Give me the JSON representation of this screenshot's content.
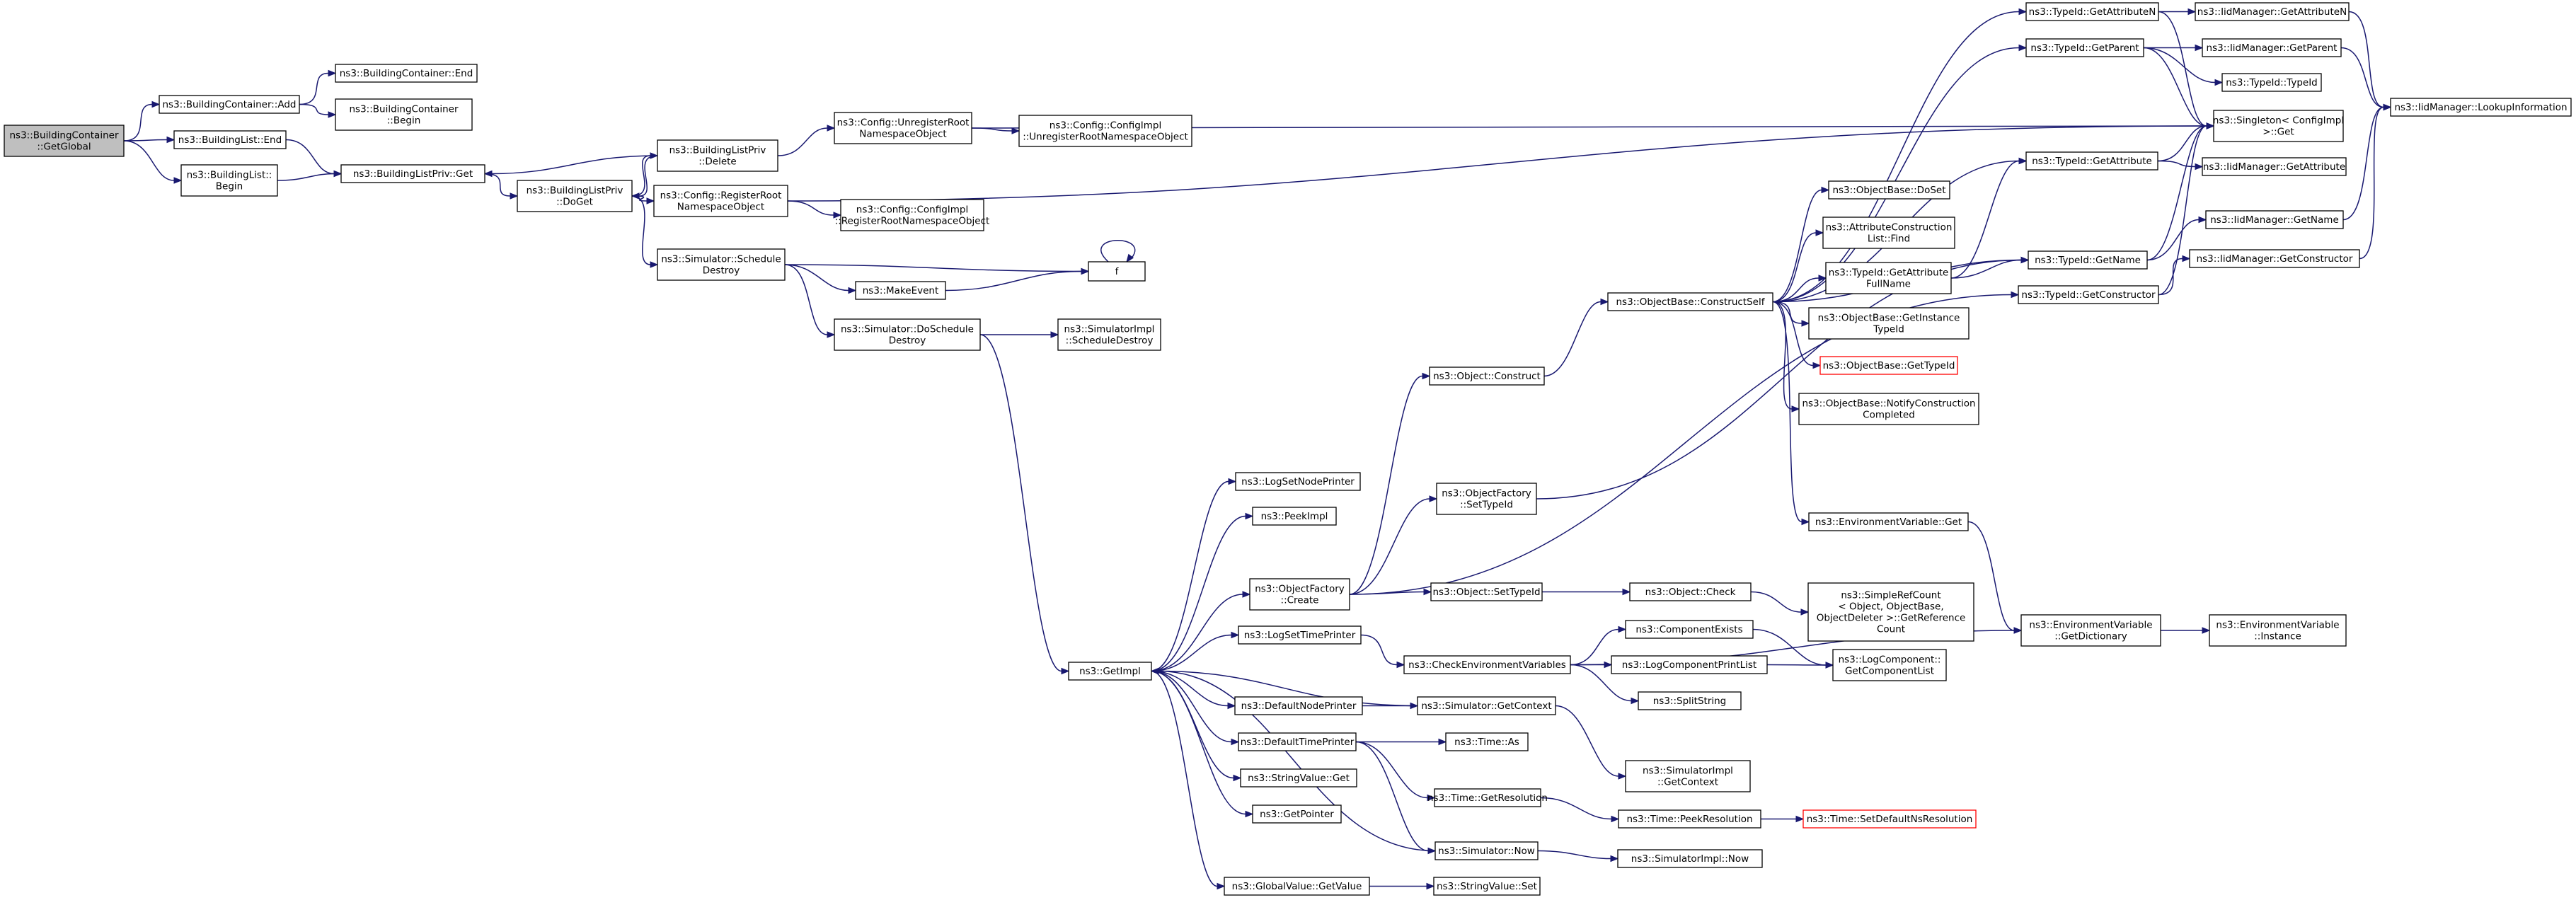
{
  "nodes": [
    {
      "id": "root",
      "lines": [
        "ns3::BuildingContainer",
        "::GetGlobal"
      ],
      "style": "root"
    },
    {
      "id": "bc_add",
      "lines": [
        "ns3::BuildingContainer::Add"
      ]
    },
    {
      "id": "bc_end",
      "lines": [
        "ns3::BuildingContainer::End"
      ]
    },
    {
      "id": "bc_begin",
      "lines": [
        "ns3::BuildingContainer",
        "::Begin"
      ]
    },
    {
      "id": "bl_end",
      "lines": [
        "ns3::BuildingList::End"
      ]
    },
    {
      "id": "bl_begin",
      "lines": [
        "ns3::BuildingList::",
        "Begin"
      ]
    },
    {
      "id": "blp_get",
      "lines": [
        "ns3::BuildingListPriv::Get"
      ]
    },
    {
      "id": "blp_doget",
      "lines": [
        "ns3::BuildingListPriv",
        "::DoGet"
      ]
    },
    {
      "id": "blp_delete",
      "lines": [
        "ns3::BuildingListPriv",
        "::Delete"
      ]
    },
    {
      "id": "cfg_unreg",
      "lines": [
        "ns3::Config::UnregisterRoot",
        "NamespaceObject"
      ]
    },
    {
      "id": "cfgimpl_unreg",
      "lines": [
        "ns3::Config::ConfigImpl",
        "::UnregisterRootNamespaceObject"
      ]
    },
    {
      "id": "cfg_reg",
      "lines": [
        "ns3::Config::RegisterRoot",
        "NamespaceObject"
      ]
    },
    {
      "id": "cfgimpl_reg",
      "lines": [
        "ns3::Config::ConfigImpl",
        "::RegisterRootNamespaceObject"
      ]
    },
    {
      "id": "sim_sched",
      "lines": [
        "ns3::Simulator::Schedule",
        "Destroy"
      ]
    },
    {
      "id": "f",
      "lines": [
        "f"
      ]
    },
    {
      "id": "makeevent",
      "lines": [
        "ns3::MakeEvent"
      ]
    },
    {
      "id": "sim_dosched",
      "lines": [
        "ns3::Simulator::DoSchedule",
        "Destroy"
      ]
    },
    {
      "id": "simimpl_sched",
      "lines": [
        "ns3::SimulatorImpl",
        "::ScheduleDestroy"
      ]
    },
    {
      "id": "getimpl",
      "lines": [
        "ns3::GetImpl"
      ]
    },
    {
      "id": "logsetnode",
      "lines": [
        "ns3::LogSetNodePrinter"
      ]
    },
    {
      "id": "peekimpl",
      "lines": [
        "ns3::PeekImpl"
      ]
    },
    {
      "id": "objfac_create",
      "lines": [
        "ns3::ObjectFactory",
        "::Create"
      ]
    },
    {
      "id": "logsettime",
      "lines": [
        "ns3::LogSetTimePrinter"
      ]
    },
    {
      "id": "defnode",
      "lines": [
        "ns3::DefaultNodePrinter"
      ]
    },
    {
      "id": "deftime",
      "lines": [
        "ns3::DefaultTimePrinter"
      ]
    },
    {
      "id": "strval_get",
      "lines": [
        "ns3::StringValue::Get"
      ]
    },
    {
      "id": "getpointer",
      "lines": [
        "ns3::GetPointer"
      ]
    },
    {
      "id": "globval_get",
      "lines": [
        "ns3::GlobalValue::GetValue"
      ]
    },
    {
      "id": "obj_construct",
      "lines": [
        "ns3::Object::Construct"
      ]
    },
    {
      "id": "objfac_settid",
      "lines": [
        "ns3::ObjectFactory",
        "::SetTypeId"
      ]
    },
    {
      "id": "obj_settid",
      "lines": [
        "ns3::Object::SetTypeId"
      ]
    },
    {
      "id": "checkenv",
      "lines": [
        "ns3::CheckEnvironmentVariables"
      ]
    },
    {
      "id": "sim_getctx",
      "lines": [
        "ns3::Simulator::GetContext"
      ]
    },
    {
      "id": "time_as",
      "lines": [
        "ns3::Time::As"
      ]
    },
    {
      "id": "time_getres",
      "lines": [
        "ns3::Time::GetResolution"
      ]
    },
    {
      "id": "sim_now",
      "lines": [
        "ns3::Simulator::Now"
      ]
    },
    {
      "id": "strval_set",
      "lines": [
        "ns3::StringValue::Set"
      ]
    },
    {
      "id": "ob_construct",
      "lines": [
        "ns3::ObjectBase::ConstructSelf"
      ]
    },
    {
      "id": "obj_check",
      "lines": [
        "ns3::Object::Check"
      ]
    },
    {
      "id": "compexists",
      "lines": [
        "ns3::ComponentExists"
      ]
    },
    {
      "id": "logcomp_print",
      "lines": [
        "ns3::LogComponentPrintList"
      ]
    },
    {
      "id": "splitstring",
      "lines": [
        "ns3::SplitString"
      ]
    },
    {
      "id": "simimpl_getctx",
      "lines": [
        "ns3::SimulatorImpl",
        "::GetContext"
      ]
    },
    {
      "id": "time_peekres",
      "lines": [
        "ns3::Time::PeekResolution"
      ]
    },
    {
      "id": "simimpl_now",
      "lines": [
        "ns3::SimulatorImpl::Now"
      ]
    },
    {
      "id": "time_setdef",
      "lines": [
        "ns3::Time::SetDefaultNsResolution"
      ],
      "style": "red"
    },
    {
      "id": "ob_doset",
      "lines": [
        "ns3::ObjectBase::DoSet"
      ]
    },
    {
      "id": "attrlist_find",
      "lines": [
        "ns3::AttributeConstruction",
        "List::Find"
      ]
    },
    {
      "id": "tid_getattrfull",
      "lines": [
        "ns3::TypeId::GetAttribute",
        "FullName"
      ]
    },
    {
      "id": "ob_getinst",
      "lines": [
        "ns3::ObjectBase::GetInstance",
        "TypeId"
      ]
    },
    {
      "id": "ob_gettid",
      "lines": [
        "ns3::ObjectBase::GetTypeId"
      ],
      "style": "red"
    },
    {
      "id": "ob_notify",
      "lines": [
        "ns3::ObjectBase::NotifyConstruction",
        "Completed"
      ]
    },
    {
      "id": "envvar_get",
      "lines": [
        "ns3::EnvironmentVariable::Get"
      ]
    },
    {
      "id": "simplerefcount",
      "lines": [
        "ns3::SimpleRefCount",
        "< Object, ObjectBase,",
        "ObjectDeleter >::GetReference",
        "Count"
      ]
    },
    {
      "id": "logcomp_getlist",
      "lines": [
        "ns3::LogComponent::",
        "GetComponentList"
      ]
    },
    {
      "id": "tid_getattrn",
      "lines": [
        "ns3::TypeId::GetAttributeN"
      ]
    },
    {
      "id": "tid_getparent",
      "lines": [
        "ns3::TypeId::GetParent"
      ]
    },
    {
      "id": "tid_getattr",
      "lines": [
        "ns3::TypeId::GetAttribute"
      ]
    },
    {
      "id": "tid_getname",
      "lines": [
        "ns3::TypeId::GetName"
      ]
    },
    {
      "id": "tid_getctor",
      "lines": [
        "ns3::TypeId::GetConstructor"
      ]
    },
    {
      "id": "envvar_getdict",
      "lines": [
        "ns3::EnvironmentVariable",
        "::GetDictionary"
      ]
    },
    {
      "id": "iid_getattrn",
      "lines": [
        "ns3::IidManager::GetAttributeN"
      ]
    },
    {
      "id": "iid_getparent",
      "lines": [
        "ns3::IidManager::GetParent"
      ]
    },
    {
      "id": "tid_tid",
      "lines": [
        "ns3::TypeId::TypeId"
      ]
    },
    {
      "id": "singleton_get",
      "lines": [
        "ns3::Singleton< ConfigImpl",
        " >::Get"
      ]
    },
    {
      "id": "iid_getattr",
      "lines": [
        "ns3::IidManager::GetAttribute"
      ]
    },
    {
      "id": "iid_getname",
      "lines": [
        "ns3::IidManager::GetName"
      ]
    },
    {
      "id": "iid_getctor",
      "lines": [
        "ns3::IidManager::GetConstructor"
      ]
    },
    {
      "id": "envvar_inst",
      "lines": [
        "ns3::EnvironmentVariable",
        "::Instance"
      ]
    },
    {
      "id": "iid_lookup",
      "lines": [
        "ns3::IidManager::LookupInformation"
      ]
    }
  ],
  "edges": [
    [
      "root",
      "bc_add"
    ],
    [
      "root",
      "bl_end"
    ],
    [
      "root",
      "bl_begin"
    ],
    [
      "bc_add",
      "bc_end"
    ],
    [
      "bc_add",
      "bc_begin"
    ],
    [
      "bl_end",
      "blp_get"
    ],
    [
      "bl_begin",
      "blp_get"
    ],
    [
      "blp_get",
      "blp_doget"
    ],
    [
      "blp_doget",
      "blp_delete"
    ],
    [
      "blp_doget",
      "cfg_reg"
    ],
    [
      "blp_doget",
      "sim_sched"
    ],
    [
      "blp_delete",
      "blp_get"
    ],
    [
      "blp_delete",
      "blp_doget"
    ],
    [
      "blp_delete",
      "cfg_unreg"
    ],
    [
      "cfg_unreg",
      "cfgimpl_unreg"
    ],
    [
      "cfg_unreg",
      "singleton_get"
    ],
    [
      "cfg_reg",
      "cfgimpl_reg"
    ],
    [
      "cfg_reg",
      "singleton_get"
    ],
    [
      "sim_sched",
      "f"
    ],
    [
      "sim_sched",
      "makeevent"
    ],
    [
      "sim_sched",
      "sim_dosched"
    ],
    [
      "makeevent",
      "f"
    ],
    [
      "f",
      "f"
    ],
    [
      "sim_dosched",
      "simimpl_sched"
    ],
    [
      "sim_dosched",
      "getimpl"
    ],
    [
      "getimpl",
      "logsetnode"
    ],
    [
      "getimpl",
      "peekimpl"
    ],
    [
      "getimpl",
      "objfac_create"
    ],
    [
      "getimpl",
      "logsettime"
    ],
    [
      "getimpl",
      "defnode"
    ],
    [
      "getimpl",
      "deftime"
    ],
    [
      "getimpl",
      "strval_get"
    ],
    [
      "getimpl",
      "getpointer"
    ],
    [
      "getimpl",
      "globval_get"
    ],
    [
      "objfac_create",
      "obj_construct"
    ],
    [
      "objfac_create",
      "objfac_settid"
    ],
    [
      "objfac_create",
      "obj_settid"
    ],
    [
      "objfac_create",
      "tid_getctor"
    ],
    [
      "obj_construct",
      "ob_construct"
    ],
    [
      "objfac_settid",
      "tid_getname"
    ],
    [
      "obj_settid",
      "obj_check"
    ],
    [
      "obj_check",
      "simplerefcount"
    ],
    [
      "logsettime",
      "checkenv"
    ],
    [
      "checkenv",
      "compexists"
    ],
    [
      "checkenv",
      "logcomp_print"
    ],
    [
      "checkenv",
      "splitstring"
    ],
    [
      "checkenv",
      "envvar_getdict"
    ],
    [
      "compexists",
      "logcomp_getlist"
    ],
    [
      "logcomp_print",
      "logcomp_getlist"
    ],
    [
      "defnode",
      "sim_getctx"
    ],
    [
      "sim_getctx",
      "getimpl"
    ],
    [
      "sim_getctx",
      "simimpl_getctx"
    ],
    [
      "deftime",
      "time_as"
    ],
    [
      "deftime",
      "time_getres"
    ],
    [
      "deftime",
      "sim_now"
    ],
    [
      "time_getres",
      "time_peekres"
    ],
    [
      "time_peekres",
      "time_setdef"
    ],
    [
      "sim_now",
      "getimpl"
    ],
    [
      "sim_now",
      "simimpl_now"
    ],
    [
      "globval_get",
      "strval_set"
    ],
    [
      "ob_construct",
      "ob_doset"
    ],
    [
      "ob_construct",
      "attrlist_find"
    ],
    [
      "ob_construct",
      "tid_getattrfull"
    ],
    [
      "ob_construct",
      "ob_getinst"
    ],
    [
      "ob_construct",
      "ob_gettid"
    ],
    [
      "ob_construct",
      "ob_notify"
    ],
    [
      "ob_construct",
      "envvar_get"
    ],
    [
      "ob_construct",
      "tid_getattrn"
    ],
    [
      "ob_construct",
      "tid_getparent"
    ],
    [
      "ob_construct",
      "tid_getattr"
    ],
    [
      "ob_construct",
      "tid_getname"
    ],
    [
      "tid_getattrfull",
      "tid_getattr"
    ],
    [
      "tid_getattrfull",
      "tid_getname"
    ],
    [
      "envvar_get",
      "envvar_getdict"
    ],
    [
      "envvar_getdict",
      "envvar_inst"
    ],
    [
      "tid_getattrn",
      "iid_getattrn"
    ],
    [
      "tid_getattrn",
      "singleton_get"
    ],
    [
      "tid_getparent",
      "iid_getparent"
    ],
    [
      "tid_getparent",
      "tid_tid"
    ],
    [
      "tid_getparent",
      "singleton_get"
    ],
    [
      "tid_getattr",
      "iid_getattr"
    ],
    [
      "tid_getattr",
      "singleton_get"
    ],
    [
      "tid_getname",
      "iid_getname"
    ],
    [
      "tid_getname",
      "singleton_get"
    ],
    [
      "tid_getctor",
      "iid_getctor"
    ],
    [
      "tid_getctor",
      "singleton_get"
    ],
    [
      "iid_getattrn",
      "iid_lookup"
    ],
    [
      "iid_getparent",
      "iid_lookup"
    ],
    [
      "iid_getname",
      "iid_lookup"
    ],
    [
      "iid_getctor",
      "iid_lookup"
    ]
  ]
}
